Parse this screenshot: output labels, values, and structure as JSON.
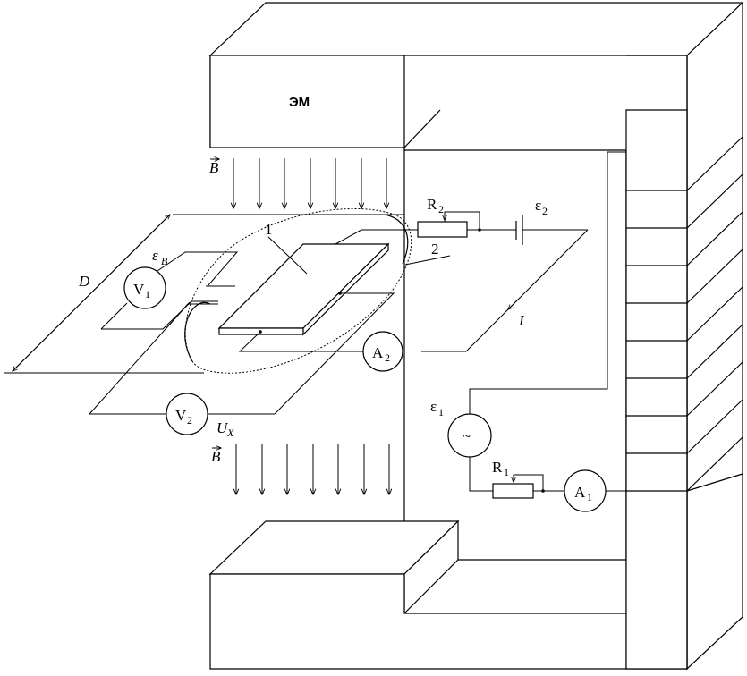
{
  "magnet_label": "ЭМ",
  "field": {
    "symbol": "B"
  },
  "sample_label": "1",
  "coil_label": "2",
  "length_label": "D",
  "voltmeter1": {
    "letter": "V",
    "index": "1"
  },
  "voltmeter2": {
    "letter": "V",
    "index": "2"
  },
  "ammeter1": {
    "letter": "A",
    "index": "1"
  },
  "ammeter2": {
    "letter": "A",
    "index": "2"
  },
  "resistor1": {
    "letter": "R",
    "index": "1"
  },
  "resistor2": {
    "letter": "R",
    "index": "2"
  },
  "source1": {
    "letter": "ε",
    "index": "1",
    "symbol": "~"
  },
  "source2": {
    "letter": "ε",
    "index": "2"
  },
  "emf_label": {
    "letter": "ε",
    "index": "B"
  },
  "hall_voltage": {
    "letter": "U",
    "index": "X"
  },
  "current_label": "I"
}
